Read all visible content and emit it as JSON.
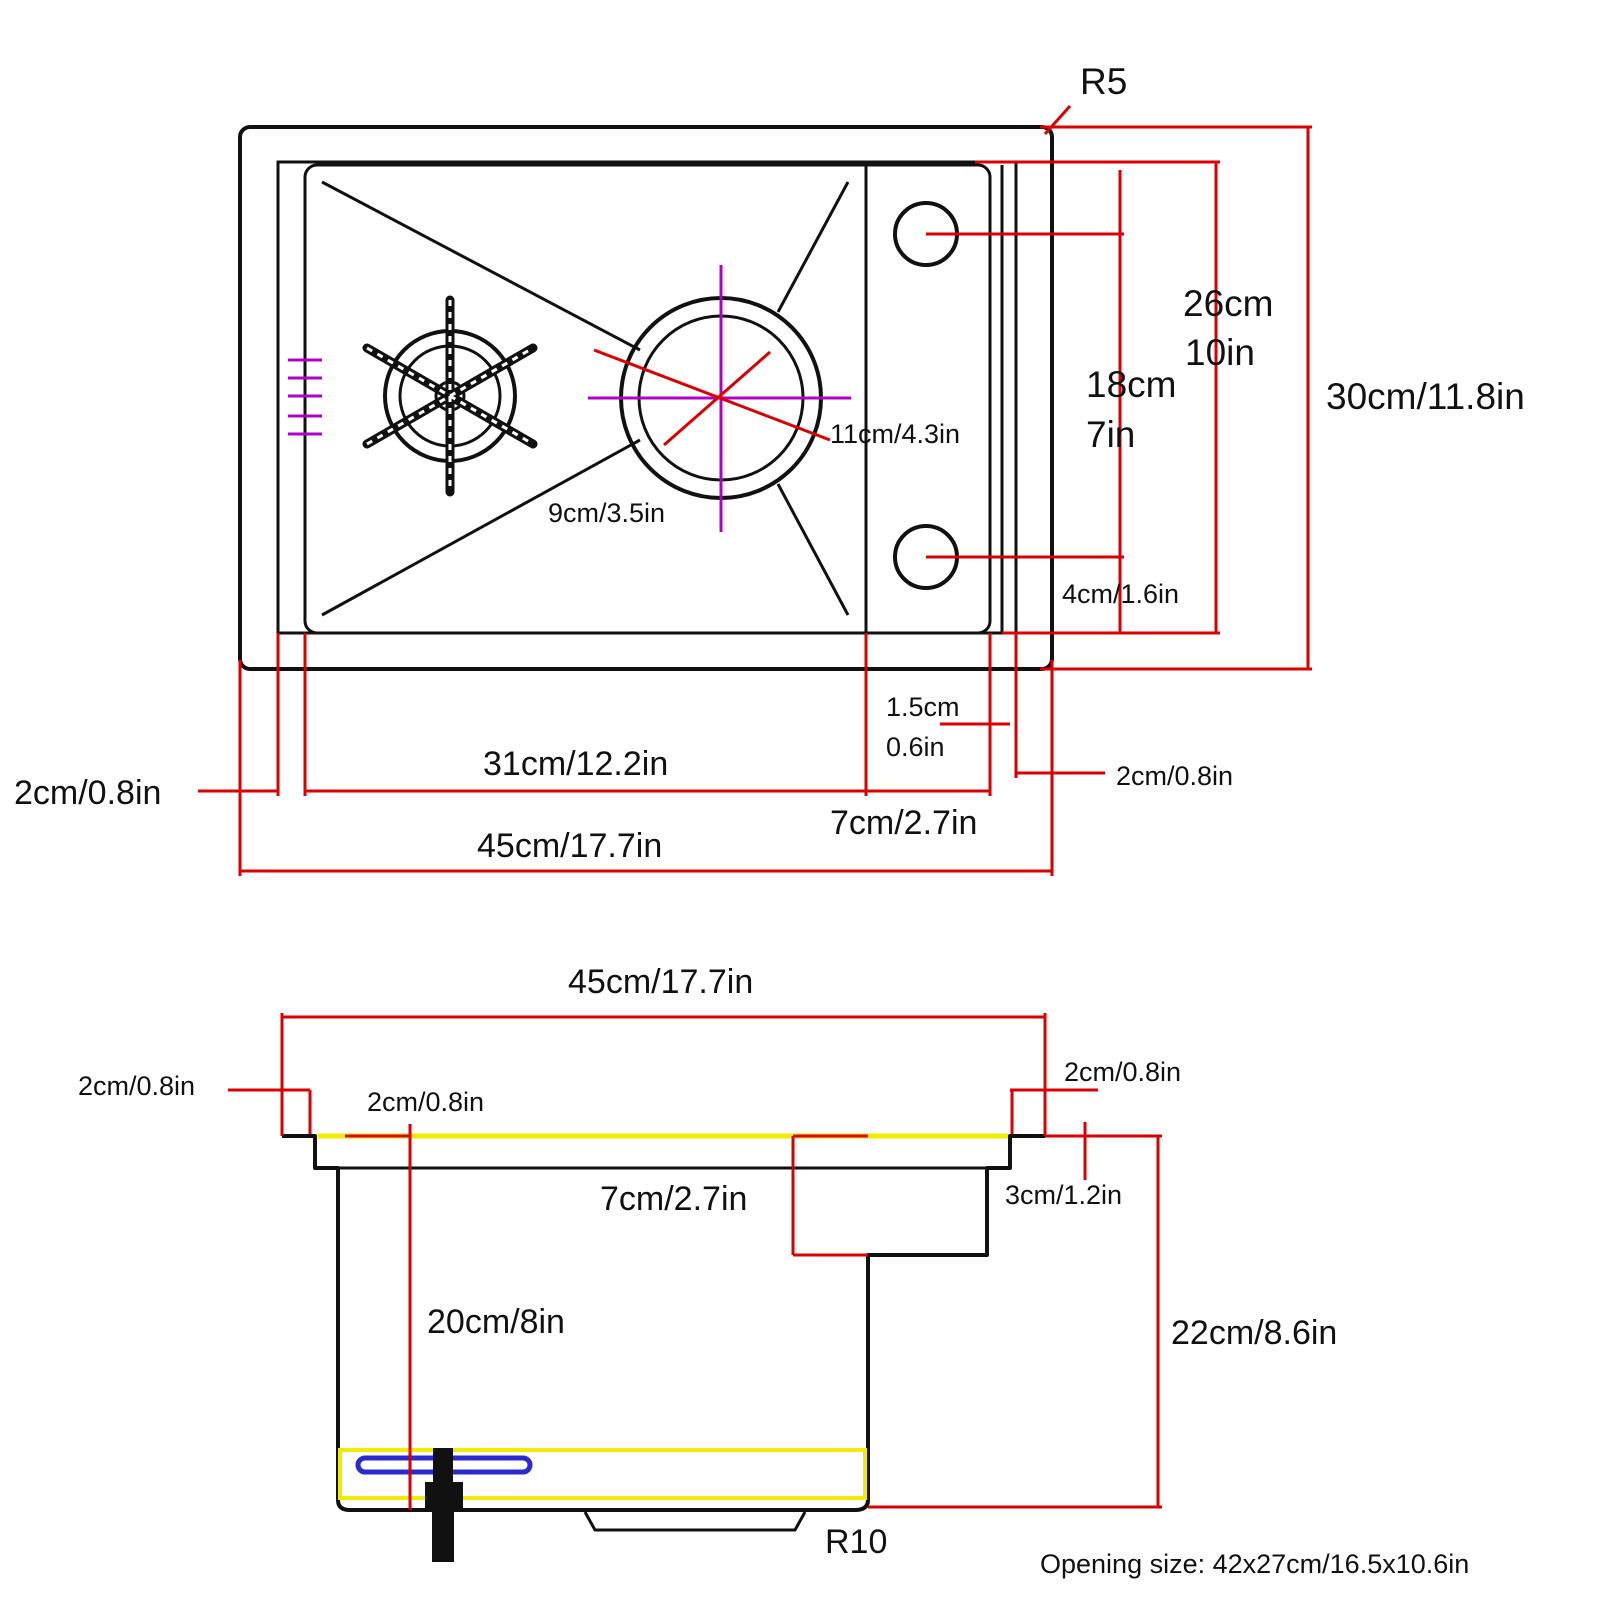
{
  "top_view": {
    "corner_radius": "R5",
    "dim_total_width": "45cm/17.7in",
    "dim_basin_width": "31cm/12.2in",
    "dim_left_rim": "2cm/0.8in",
    "dim_drainboard_width": "7cm/2.7in",
    "dim_gap_line1": "1.5cm",
    "dim_gap_line2": "0.6in",
    "dim_right_rim": "2cm/0.8in",
    "dim_inner_height_line1": "26cm",
    "dim_inner_height_line2": "10in",
    "dim_hole_spacing_line1": "18cm",
    "dim_hole_spacing_line2": "7in",
    "dim_total_height": "30cm/11.8in",
    "dim_hole_offset": "4cm/1.6in",
    "dim_drain_outer": "11cm/4.3in",
    "dim_drain_inner": "9cm/3.5in"
  },
  "side_view": {
    "dim_total_width": "45cm/17.7in",
    "dim_left_flange": "2cm/0.8in",
    "dim_left_inset": "2cm/0.8in",
    "dim_right_flange": "2cm/0.8in",
    "dim_step_width": "7cm/2.7in",
    "dim_step_depth": "3cm/1.2in",
    "dim_basin_depth": "20cm/8in",
    "dim_total_depth": "22cm/8.6in",
    "corner_radius": "R10"
  },
  "opening_size": "Opening size: 42x27cm/16.5x10.6in",
  "colors": {
    "outline": "#111111",
    "dimension": "#d90000",
    "center_mark": "#b000c8",
    "flange_highlight": "#f2ea00",
    "rinser_bar": "#2a2ad0"
  }
}
